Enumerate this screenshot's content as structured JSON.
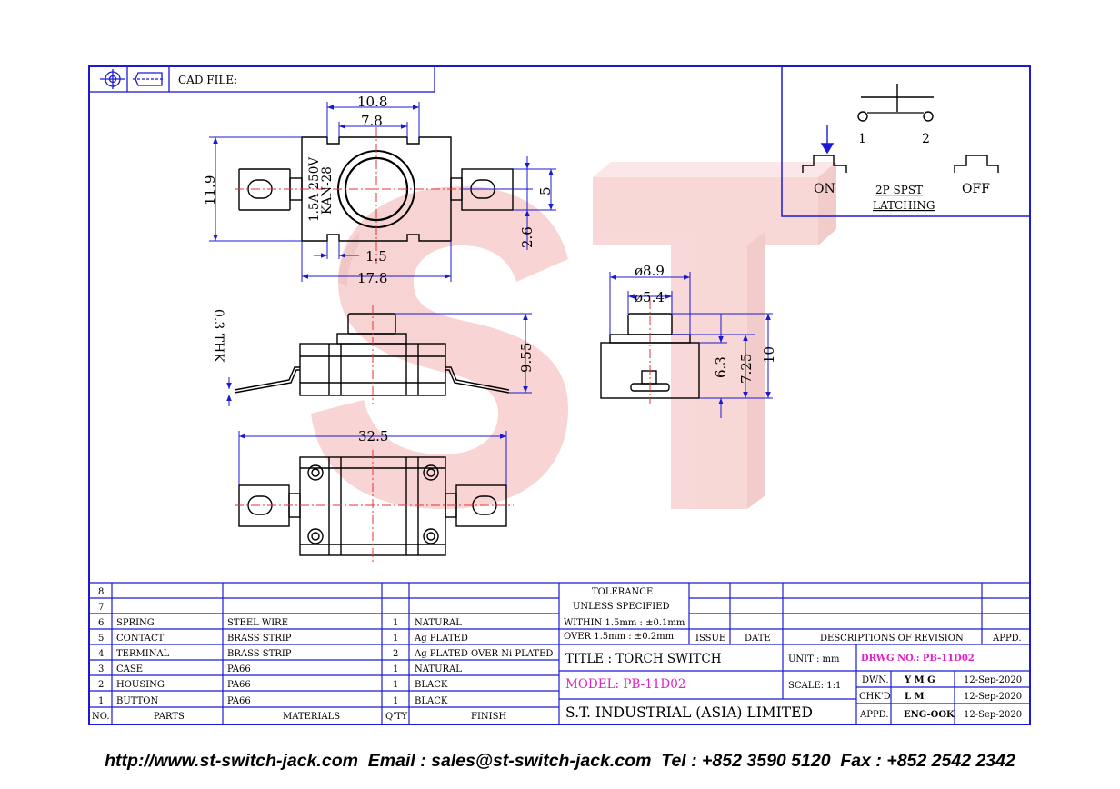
{
  "cad_label": "CAD FILE:",
  "schematic": {
    "pin1": "1",
    "pin2": "2",
    "on": "ON",
    "off": "OFF",
    "type_line1": "2P SPST",
    "type_line2": "LATCHING"
  },
  "marking": {
    "line1": "1.5A 250V",
    "line2": "KAN-28"
  },
  "dims": {
    "top_width_outer": "10.8",
    "top_width_inner": "7.8",
    "height": "11.9",
    "terminal_width": "5",
    "terminal_offset": "2.6",
    "slot": "1.5",
    "body_length": "17.8",
    "thickness": "0.3 THK",
    "side_height": "9.55",
    "dia_outer": "ø8.9",
    "dia_inner": "ø5.4",
    "end_h1": "6.3",
    "end_h2": "7.25",
    "end_h3": "10",
    "overall_length": "32.5"
  },
  "watermark": "ST",
  "bom": {
    "rows": [
      {
        "no": "8",
        "part": "",
        "material": "",
        "qty": "",
        "finish": ""
      },
      {
        "no": "7",
        "part": "",
        "material": "",
        "qty": "",
        "finish": ""
      },
      {
        "no": "6",
        "part": "SPRING",
        "material": "STEEL WIRE",
        "qty": "1",
        "finish": "NATURAL"
      },
      {
        "no": "5",
        "part": "CONTACT",
        "material": "BRASS STRIP",
        "qty": "1",
        "finish": "Ag PLATED"
      },
      {
        "no": "4",
        "part": "TERMINAL",
        "material": "BRASS STRIP",
        "qty": "2",
        "finish": "Ag PLATED OVER Ni PLATED"
      },
      {
        "no": "3",
        "part": "CASE",
        "material": "PA66",
        "qty": "1",
        "finish": "NATURAL"
      },
      {
        "no": "2",
        "part": "HOUSING",
        "material": "PA66",
        "qty": "1",
        "finish": "BLACK"
      },
      {
        "no": "1",
        "part": "BUTTON",
        "material": "PA66",
        "qty": "1",
        "finish": "BLACK"
      }
    ],
    "headers": {
      "no": "NO.",
      "parts": "PARTS",
      "materials": "MATERIALS",
      "qty": "Q'TY",
      "finish": "FINISH"
    }
  },
  "tolerance": {
    "title": "TOLERANCE",
    "subtitle": "UNLESS   SPECIFIED",
    "within": "WITHIN  1.5mm : ±0.1mm",
    "over": "OVER    1.5mm : ±0.2mm"
  },
  "revision": {
    "issue": "ISSUE",
    "date": "DATE",
    "desc": "DESCRIPTIONS  OF  REVISION",
    "appd": "APPD."
  },
  "title_block": {
    "title": "TITLE : TORCH SWITCH",
    "unit": "UNIT :   mm",
    "drwg_no": "DRWG NO.: PB-11D02",
    "model": "MODEL: PB-11D02",
    "scale": "SCALE:   1:1",
    "dwn_label": "DWN.",
    "dwn_name": "Y M G",
    "dwn_date": "12-Sep-2020",
    "chkd_label": "CHK'D",
    "chkd_name": "L M",
    "chkd_date": "12-Sep-2020",
    "appd_label": "APPD.",
    "appd_name": "ENG-OOK",
    "appd_date": "12-Sep-2020",
    "company": "S.T.  INDUSTRIAL  (ASIA)  LIMITED"
  },
  "footer": "http://www.st-switch-jack.com  Email : sales@st-switch-jack.com  Tel : +852 3590 5120  Fax : +852 2542 2342",
  "colors": {
    "frame": "#1a1ad6",
    "watermark": "#f2b4b4",
    "center_line": "#e83030",
    "magenta": "#e020c8"
  }
}
